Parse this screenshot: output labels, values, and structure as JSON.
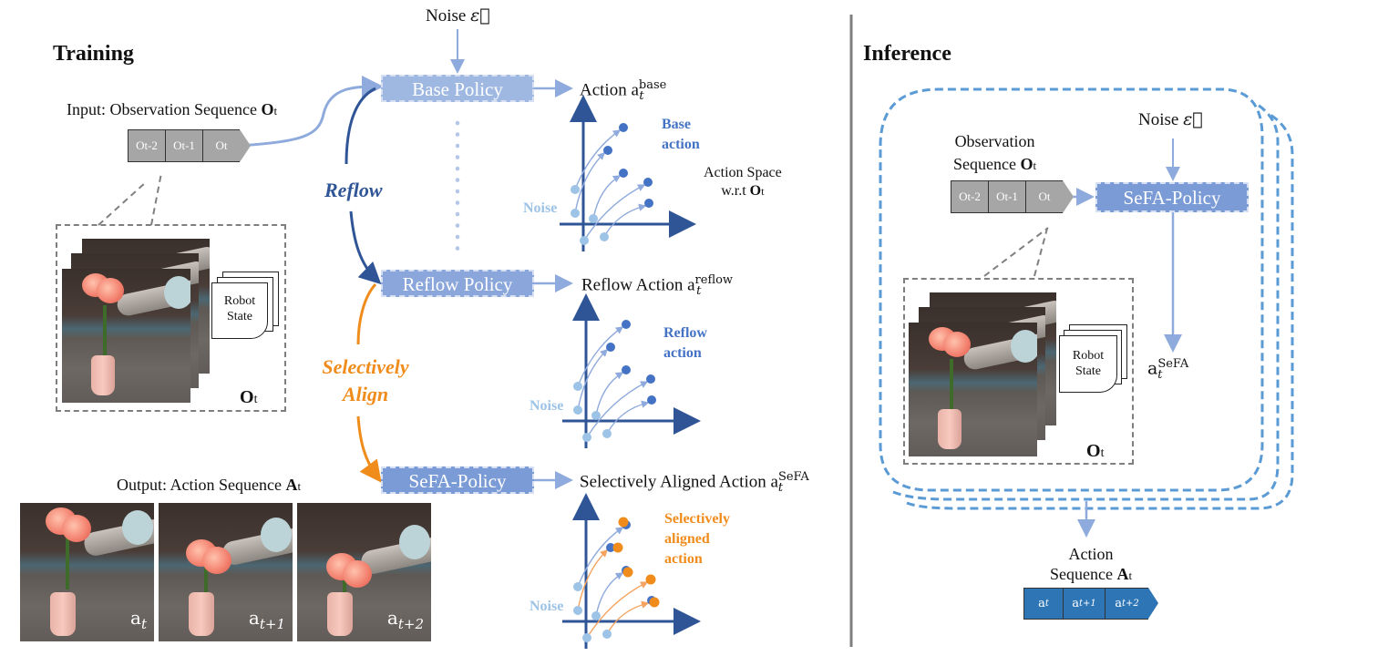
{
  "training": {
    "title": "Training",
    "input_label": "Input: Observation Sequence ",
    "input_symbol": "O",
    "input_sub": "t",
    "obs_cells": [
      "Ot-2",
      "Ot-1",
      "Ot"
    ],
    "obs_panel_label_symbol": "O",
    "obs_panel_label_sub": "t",
    "robot_state": [
      "Robot",
      "State"
    ],
    "noise_label": "Noise ",
    "noise_symbol": "ε⃗",
    "policies": [
      {
        "label": "Base Policy",
        "color": "#9fb8e2"
      },
      {
        "label": "Reflow Policy",
        "color": "#8aa6da"
      },
      {
        "label": "SeFA-Policy",
        "color": "#7b9bd6"
      }
    ],
    "reflow_label": "Reflow",
    "selective_label": [
      "Selectively",
      "Align"
    ],
    "actions": [
      {
        "prefix": "Action a",
        "sub": "t",
        "sup": "base"
      },
      {
        "prefix": "Reflow Action a",
        "sub": "t",
        "sup": "reflow"
      },
      {
        "prefix": "Selectively Aligned Action a",
        "sub": "t",
        "sup": "SeFA"
      }
    ],
    "action_space_label": [
      "Action Space",
      "w.r.t "
    ],
    "action_space_symbol": "O",
    "action_space_sub": "t",
    "plot_labels": {
      "noise": "Noise",
      "base": [
        "Base",
        "action"
      ],
      "reflow": [
        "Reflow",
        "action"
      ],
      "sefa": [
        "Selectively",
        "aligned",
        "action"
      ]
    },
    "output_label": "Output: Action Sequence ",
    "output_symbol": "A",
    "output_sub": "t",
    "output_frames": [
      {
        "base": "a",
        "sub": "t"
      },
      {
        "base": "a",
        "sub": "t+1"
      },
      {
        "base": "a",
        "sub": "t+2"
      }
    ]
  },
  "inference": {
    "title": "Inference",
    "obs_label": [
      "Observation",
      "Sequence "
    ],
    "obs_symbol": "O",
    "obs_sub": "t",
    "obs_cells": [
      "Ot-2",
      "Ot-1",
      "Ot"
    ],
    "noise_label": "Noise ",
    "noise_symbol": "ε⃗",
    "policy_label": "SeFA-Policy",
    "output_action": {
      "base": "a",
      "sub": "t",
      "sup": "SeFA"
    },
    "robot_state": [
      "Robot",
      "State"
    ],
    "panel_symbol": "O",
    "panel_sub": "t",
    "action_seq_label": [
      "Action",
      "Sequence "
    ],
    "action_seq_symbol": "A",
    "action_seq_sub": "t",
    "action_cells": [
      "a_t",
      "a_t+1",
      "a_t+2"
    ]
  },
  "colors": {
    "dark_blue": "#2f5597",
    "mid_blue": "#4472c4",
    "light_blue": "#9dc3e6",
    "arrow_blue": "#8faadc",
    "orange": "#f08c1c",
    "loop_blue": "#5b9bd5",
    "gray_cell": "#a6a6a6",
    "action_cell": "#2e75b6"
  }
}
